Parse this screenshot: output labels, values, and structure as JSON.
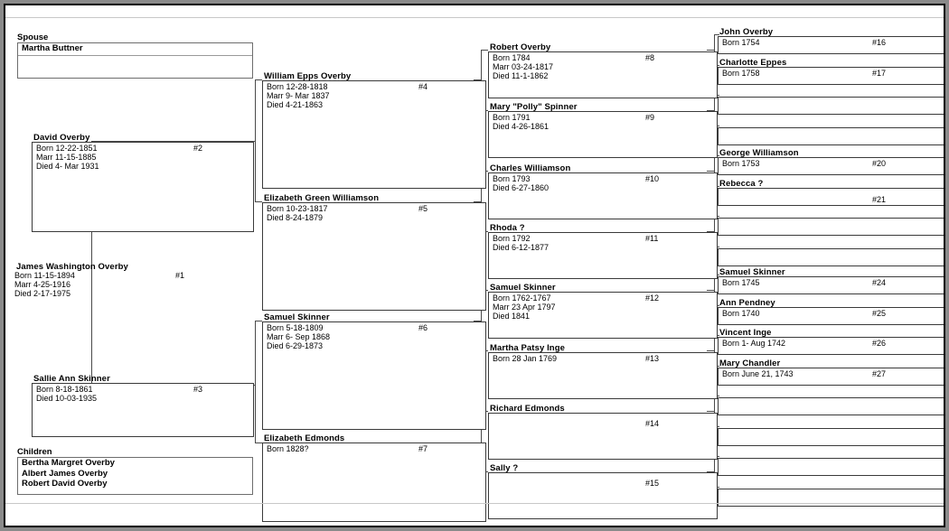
{
  "window": {
    "background_color": "#8a8a8a",
    "canvas_color": "#ffffff"
  },
  "spouse_panel": {
    "label": "Spouse",
    "entries": [
      "Martha Buttner"
    ]
  },
  "children_panel": {
    "label": "Children",
    "entries": [
      "Bertha Margret Overby",
      "Albert James Overby",
      "Robert David Overby"
    ]
  },
  "people": {
    "p1": {
      "name": "James Washington Overby",
      "born": "Born 11-15-1894",
      "marr": "Marr 4-25-1916",
      "died": "Died 2-17-1975",
      "number": "#1"
    },
    "p2": {
      "name": "David Overby",
      "born": "Born 12-22-1851",
      "marr": "Marr 11-15-1885",
      "died": "Died 4- Mar 1931",
      "number": "#2"
    },
    "p3": {
      "name": "Sallie Ann Skinner",
      "born": "Born 8-18-1861",
      "marr": "",
      "died": "Died 10-03-1935",
      "number": "#3"
    },
    "p4": {
      "name": "William Epps Overby",
      "born": "Born 12-28-1818",
      "marr": "Marr 9- Mar 1837",
      "died": "Died 4-21-1863",
      "number": "#4"
    },
    "p5": {
      "name": "Elizabeth Green Williamson",
      "born": "Born 10-23-1817",
      "marr": "",
      "died": "Died 8-24-1879",
      "number": "#5"
    },
    "p6": {
      "name": "Samuel Skinner",
      "born": "Born 5-18-1809",
      "marr": "Marr 6- Sep 1868",
      "died": "Died 6-29-1873",
      "number": "#6"
    },
    "p7": {
      "name": "Elizabeth Edmonds",
      "born": "Born 1828?",
      "marr": "",
      "died": "",
      "number": "#7"
    },
    "p8": {
      "name": "Robert Overby",
      "born": "Born 1784",
      "marr": "Marr 03-24-1817",
      "died": "Died 11-1-1862",
      "number": "#8"
    },
    "p9": {
      "name": "Mary \"Polly\" Spinner",
      "born": "Born 1791",
      "marr": "",
      "died": "Died 4-26-1861",
      "number": "#9"
    },
    "p10": {
      "name": "Charles Williamson",
      "born": "Born 1793",
      "marr": "",
      "died": "Died 6-27-1860",
      "number": "#10"
    },
    "p11": {
      "name": "Rhoda ?",
      "born": "Born 1792",
      "marr": "",
      "died": "Died 6-12-1877",
      "number": "#11"
    },
    "p12": {
      "name": "Samuel Skinner",
      "born": "Born 1762-1767",
      "marr": "Marr 23 Apr 1797",
      "died": "Died 1841",
      "number": "#12"
    },
    "p13": {
      "name": "Martha Patsy Inge",
      "born": "Born 28 Jan 1769",
      "marr": "",
      "died": "",
      "number": "#13"
    },
    "p14": {
      "name": "Richard Edmonds",
      "born": "",
      "marr": "",
      "died": "",
      "number": "#14"
    },
    "p15": {
      "name": "Sally ?",
      "born": "",
      "marr": "",
      "died": "",
      "number": "#15"
    },
    "p16": {
      "name": "John Overby",
      "born": "Born 1754",
      "marr": "",
      "died": "",
      "number": "#16"
    },
    "p17": {
      "name": "Charlotte Eppes",
      "born": "Born 1758",
      "marr": "",
      "died": "",
      "number": "#17"
    },
    "p18": {
      "name": "",
      "born": "",
      "marr": "",
      "died": "",
      "number": ""
    },
    "p19": {
      "name": "",
      "born": "",
      "marr": "",
      "died": "",
      "number": ""
    },
    "p20": {
      "name": "George Williamson",
      "born": "Born 1753",
      "marr": "",
      "died": "",
      "number": "#20"
    },
    "p21": {
      "name": "Rebecca ?",
      "born": "",
      "marr": "",
      "died": "",
      "number": "#21"
    },
    "p22": {
      "name": "",
      "born": "",
      "marr": "",
      "died": "",
      "number": ""
    },
    "p23": {
      "name": "",
      "born": "",
      "marr": "",
      "died": "",
      "number": ""
    },
    "p24": {
      "name": "Samuel Skinner",
      "born": "Born 1745",
      "marr": "",
      "died": "",
      "number": "#24"
    },
    "p25": {
      "name": "Ann Pendney",
      "born": "Born 1740",
      "marr": "",
      "died": "",
      "number": "#25"
    },
    "p26": {
      "name": "Vincent Inge",
      "born": "Born 1- Aug 1742",
      "marr": "",
      "died": "",
      "number": "#26"
    },
    "p27": {
      "name": "Mary Chandler",
      "born": "Born June 21, 1743",
      "marr": "",
      "died": "",
      "number": "#27"
    },
    "p28": {
      "name": "",
      "born": "",
      "marr": "",
      "died": "",
      "number": ""
    },
    "p29": {
      "name": "",
      "born": "",
      "marr": "",
      "died": "",
      "number": ""
    },
    "p30": {
      "name": "",
      "born": "",
      "marr": "",
      "died": "",
      "number": ""
    },
    "p31": {
      "name": "",
      "born": "",
      "marr": "",
      "died": "",
      "number": ""
    }
  }
}
